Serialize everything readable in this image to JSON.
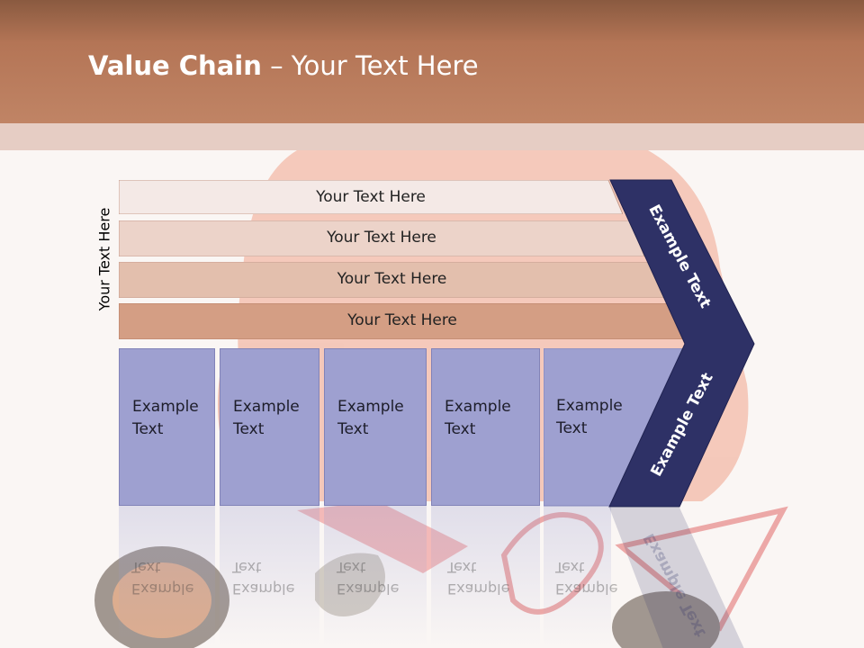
{
  "title": {
    "bold": "Value Chain",
    "rest": " – Your Text Here"
  },
  "side_label": "Your Text Here",
  "rows": [
    {
      "label": "Your Text Here",
      "color": "#f4e9e6"
    },
    {
      "label": "Your Text Here",
      "color": "#ecd3c9"
    },
    {
      "label": "Your Text Here",
      "color": "#e3bfad"
    },
    {
      "label": "Your Text Here",
      "color": "#d49e84"
    }
  ],
  "activities": [
    {
      "line1": "Example",
      "line2": "Text"
    },
    {
      "line1": "Example",
      "line2": "Text"
    },
    {
      "line1": "Example",
      "line2": "Text"
    },
    {
      "line1": "Example",
      "line2": "Text"
    },
    {
      "line1": "Example",
      "line2": "Text"
    }
  ],
  "chevron": {
    "upper_label": "Example Text",
    "lower_label": "Example Text",
    "color": "#2e3166"
  },
  "colors": {
    "header": "#b47556",
    "activity_box": "#9ea0d0"
  }
}
